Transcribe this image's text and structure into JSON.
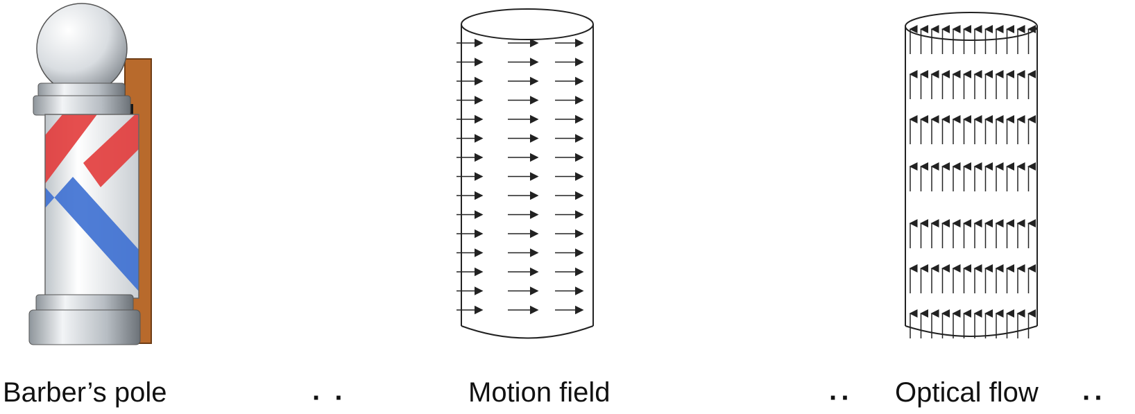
{
  "panels": [
    {
      "id": "barber-pole",
      "caption": "Barber’s pole"
    },
    {
      "id": "motion-field",
      "caption": "Motion field"
    },
    {
      "id": "optical-flow",
      "caption": "Optical flow"
    }
  ],
  "colors": {
    "stripe_red": "#e23b3b",
    "stripe_blue": "#3c6fd1",
    "wood": "#b86a2c",
    "chrome": "#c8cdd2",
    "ink": "#222222"
  }
}
